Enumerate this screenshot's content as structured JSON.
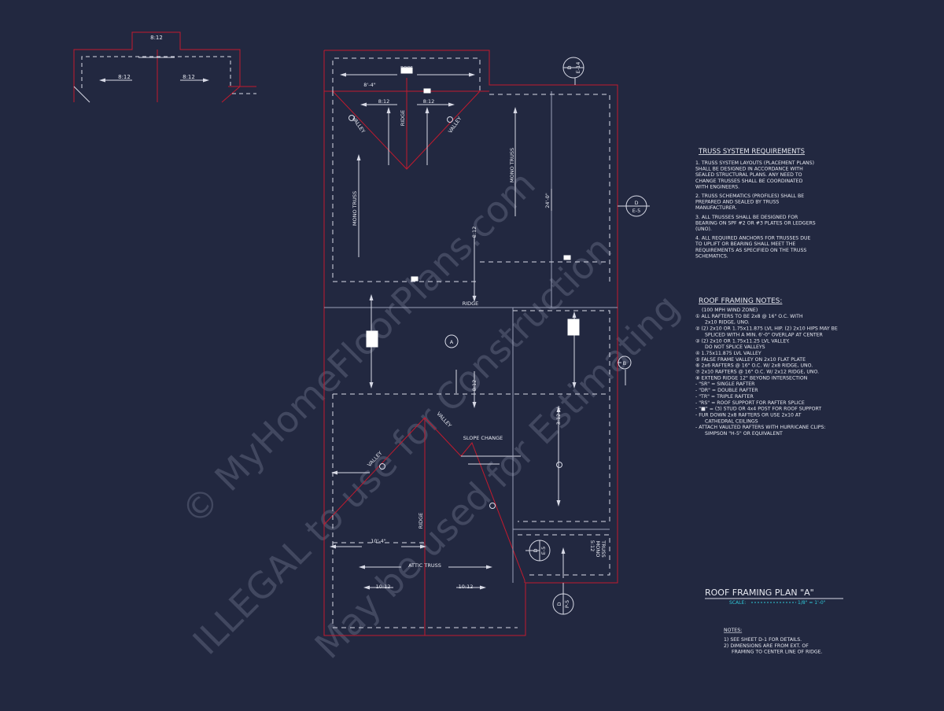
{
  "colors": {
    "background": "#222840",
    "line": "#d8dae6",
    "roof_edge": "#c21a2e",
    "scale_text": "#2ec8d8",
    "watermark": "#4a5068"
  },
  "watermark": {
    "line1": "© MyHomeFloorPlans.com",
    "line2": "ILLEGAL to use for Construction",
    "line3": "May be used for Estimating"
  },
  "detail": {
    "top_pitch": "8:12",
    "left_pitch": "8:12",
    "right_pitch": "8:12"
  },
  "plan": {
    "roof_label": "ROOF",
    "dim_top": "8'-4\"",
    "pitch_left_top": "8:12",
    "pitch_right_top": "8:12",
    "ridge_top": "RIDGE",
    "valley_left": "VALLEY",
    "valley_right": "VALLEY",
    "mono_truss_left": "MONO TRUSS",
    "mono_truss_right": "MONO TRUSS",
    "pitch_mid_upper": "8:12",
    "dim_vertical": "24'-0\"",
    "ridge_mid": "RIDGE",
    "area_label": "A",
    "pitch_mid_lower": "8:12",
    "valley_lower_left": "VALLEY",
    "valley_lower_right": "VALLEY",
    "slope_change": "SLOPE CHANGE",
    "pitch_right_lower": "3:12+/-",
    "ridge_lower": "RIDGE",
    "dim_lower": "10'-4\"",
    "attic_truss": "ATTIC TRUSS",
    "pitch_bottom_left": "10:12",
    "pitch_bottom_right": "10:12",
    "mono_truss_bottom_pitch": "5:12",
    "mono_truss_bottom_1": "MONO",
    "mono_truss_bottom_2": "TRUSS"
  },
  "callouts": [
    {
      "letter": "D",
      "sheet": "E-14"
    },
    {
      "letter": "D",
      "sheet": "E-5"
    },
    {
      "letter": "D",
      "sheet": "E-5"
    },
    {
      "letter": "D",
      "sheet": "P-5"
    }
  ],
  "grid_label_b": "B",
  "truss": {
    "title": "TRUSS SYSTEM REQUIREMENTS",
    "lines": [
      "1. TRUSS SYSTEM LAYOUTS (PLACEMENT PLANS)",
      "SHALL BE DESIGNED IN ACCORDANCE WITH",
      "SEALED STRUCTURAL PLANS. ANY NEED TO",
      "CHANGE TRUSSES SHALL BE COORDINATED",
      "WITH ENGINEERS.",
      "2. TRUSS SCHEMATICS (PROFILES) SHALL BE",
      "PREPARED AND SEALED BY TRUSS",
      "MANUFACTURER.",
      "3. ALL TRUSSES SHALL BE DESIGNED FOR",
      "BEARING ON SPF #2 OR #3 PLATES OR LEDGERS",
      "(UNO).",
      "4. ALL REQUIRED ANCHORS FOR TRUSSES DUE",
      "TO UPLIFT OR BEARING SHALL MEET THE",
      "REQUIREMENTS AS SPECIFIED ON THE TRUSS",
      "SCHEMATICS."
    ]
  },
  "roof_notes": {
    "title": "ROOF FRAMING NOTES:",
    "lines": [
      "(100 MPH WIND ZONE)",
      "① ALL RAFTERS TO BE 2x8 @ 16\" O.C. WITH",
      "2x10 RIDGE, UNO.",
      "② (2) 2x10 OR 1.75x11.875 LVL HIP. (2) 2x10 HIPS MAY BE",
      "SPLICED WITH A MIN. 6'-0\" OVERLAP AT CENTER",
      "③ (2) 2x10 OR 1.75x11.25 LVL VALLEY.",
      "DO NOT SPLICE VALLEYS",
      "④ 1.75x11.875 LVL VALLEY",
      "⑤ FALSE FRAME VALLEY ON 2x10 FLAT PLATE",
      "⑥ 2x6 RAFTERS @ 16\" O.C. W/ 2x8 RIDGE, UNO.",
      "⑦ 2x10 RAFTERS @ 16\" O.C. W/ 2x12 RIDGE, UNO.",
      "⑧ EXTEND RIDGE 12\" BEYOND INTERSECTION",
      "- \"SR\" = SINGLE RAFTER",
      "- \"DR\" = DOUBLE RAFTER",
      "- \"TR\" = TRIPLE RAFTER",
      "- \"RS\" = ROOF SUPPORT FOR RAFTER SPLICE",
      "- \"■\" = (3) STUD OR 4x4 POST FOR ROOF SUPPORT",
      "- FUR DOWN 2x8 RAFTERS OR USE 2x10 AT",
      "CATHEDRAL CEILINGS",
      "- ATTACH VAULTED RAFTERS WITH HURRICANE CLIPS:",
      "SIMPSON \"H-5\" OR EQUIVALENT"
    ]
  },
  "title_block": {
    "title": "ROOF FRAMING PLAN \"A\"",
    "scale_label": "SCALE:",
    "scale_value": "1/8\" = 1'-0\""
  },
  "notes": {
    "title": "NOTES:",
    "lines": [
      "1) SEE SHEET D-1 FOR DETAILS.",
      "2) DIMENSIONS ARE FROM EXT. OF",
      "FRAMING TO CENTER LINE OF RIDGE."
    ]
  }
}
